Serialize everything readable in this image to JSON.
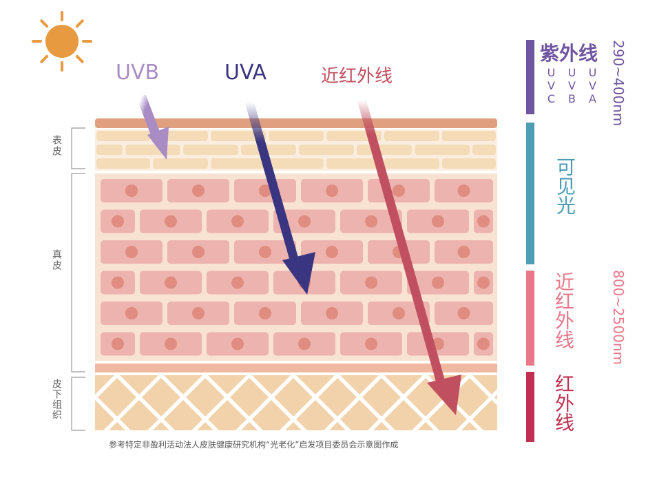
{
  "arrows": {
    "uvb": "UVB",
    "uva": "UVA",
    "nir": "近红外线"
  },
  "layers": {
    "epidermis": "表皮",
    "dermis": "真皮",
    "subcutis": "皮下组织"
  },
  "legend": {
    "uv": {
      "title": "紫外线",
      "sub": [
        "UVC",
        "UVB",
        "UVA"
      ],
      "range": "290~400nm",
      "color": "#6f55a0"
    },
    "visible": {
      "title": "可见光",
      "color": "#4f9db5"
    },
    "nir": {
      "title": "近红外线",
      "range": "800~2500nm",
      "color": "#e8788a"
    },
    "ir": {
      "title": "红外线",
      "color": "#c03050"
    }
  },
  "caption": "参考特定非盈利活动法人皮肤健康研究机构“光老化”启发项目委员会示意图作成"
}
